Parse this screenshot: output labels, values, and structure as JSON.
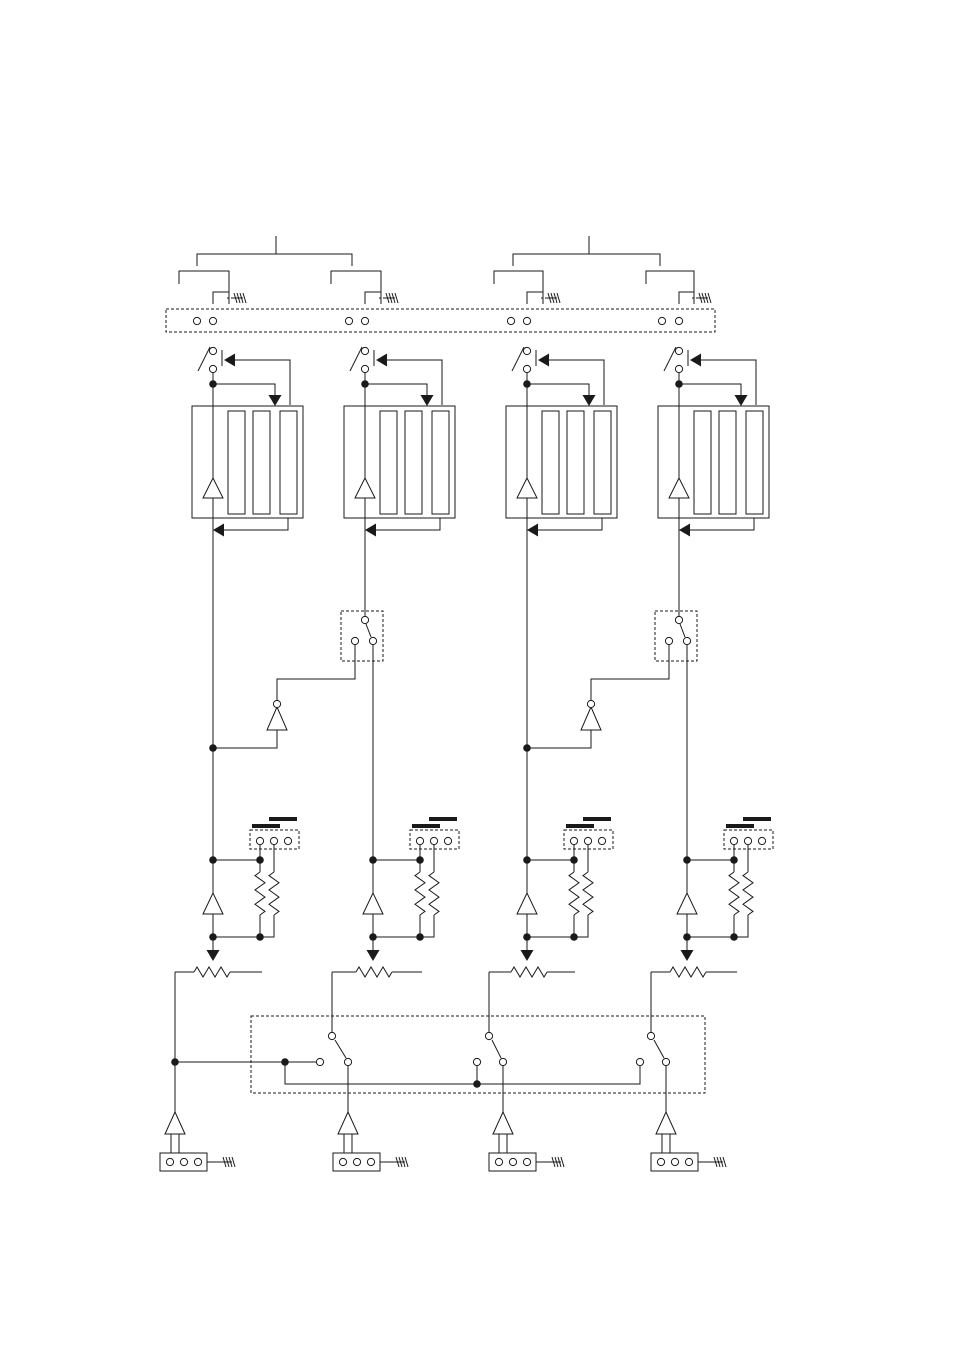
{
  "diagram": {
    "type": "schematic",
    "stroke_color": "#1a1a1a",
    "background": "#ffffff",
    "text_labels": [],
    "channels": [
      {
        "index": 1,
        "has_selector_switch": false,
        "has_feedback_inverter": true
      },
      {
        "index": 2,
        "has_selector_switch": true,
        "has_feedback_inverter": false
      },
      {
        "index": 3,
        "has_selector_switch": false,
        "has_feedback_inverter": true
      },
      {
        "index": 4,
        "has_selector_switch": true,
        "has_feedback_inverter": false
      }
    ],
    "groups": 2
  }
}
